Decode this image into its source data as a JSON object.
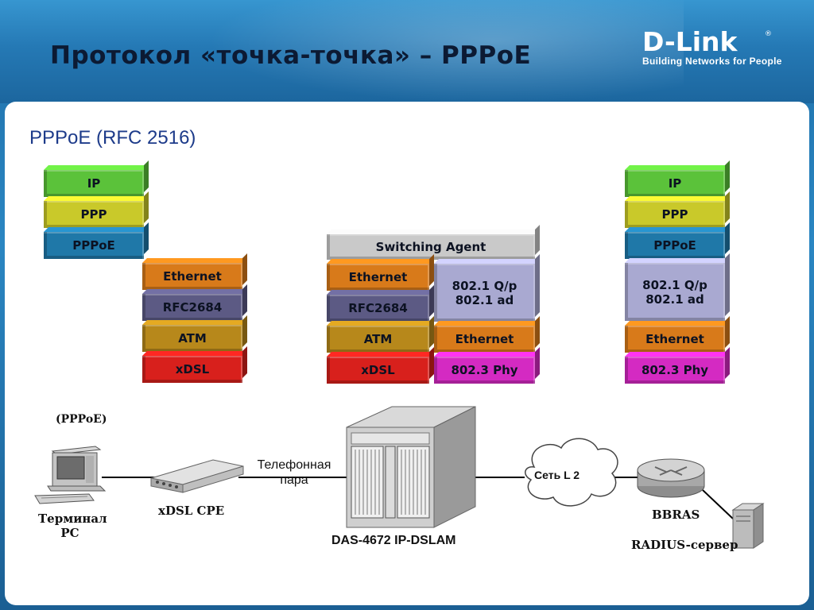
{
  "header": {
    "title": "Протокол «точка-точка» – PPPoE",
    "logo_text": "D-Link",
    "logo_slogan": "Building Networks for People",
    "registered_mark": "®"
  },
  "subtitle": "PPPoE (RFC 2516)",
  "stack_left": {
    "upper": [
      "IP",
      "PPP",
      "PPPoE"
    ],
    "lower": [
      "Ethernet",
      "RFC2684",
      "ATM",
      "xDSL"
    ]
  },
  "stack_middle": {
    "top": "Switching Agent",
    "left": [
      "Ethernet",
      "RFC2684",
      "ATM",
      "xDSL"
    ],
    "right_top": [
      "802.1 Q/p",
      "802.1 ad"
    ],
    "right": [
      "Ethernet",
      "802.3 Phy"
    ]
  },
  "stack_right": {
    "items": [
      "IP",
      "PPP",
      "PPPoE"
    ],
    "qinq": [
      "802.1 Q/p",
      "802.1 ad"
    ],
    "lower": [
      "Ethernet",
      "802.3 Phy"
    ]
  },
  "network": {
    "pppoe_label": "(PPPoE)",
    "terminal_line1": "Терминал",
    "terminal_line2": "PC",
    "cpe_label": "xDSL CPE",
    "phone_pair_line1": "Телефонная",
    "phone_pair_line2": "пара",
    "dslam_label": "DAS-4672  IP-DSLAM",
    "cloud_label": "Сеть L 2",
    "bbras_label": "BBRAS",
    "radius_label": "RADIUS-сервер"
  },
  "colors": {
    "ip": "#5bc23a",
    "ppp": "#c9c92a",
    "pppoe": "#1f78a8",
    "ethernet": "#d87a1a",
    "rfc2684": "#5c5a84",
    "atm": "#b7881b",
    "xdsl": "#d8201c",
    "qinq": "#a9a9d1",
    "phy": "#d42ac2",
    "switching_agent": "#c9c9c9"
  }
}
